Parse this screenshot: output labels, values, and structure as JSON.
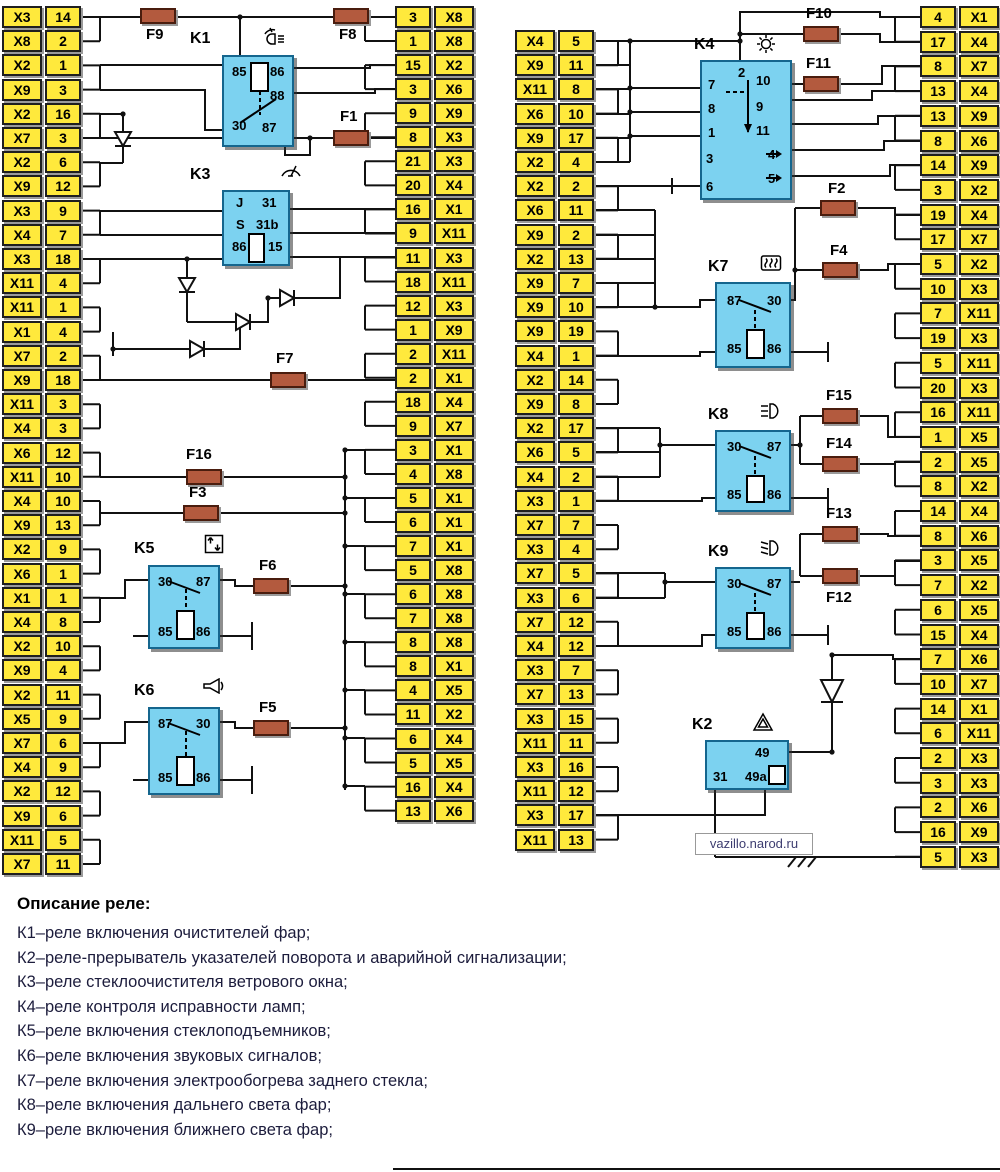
{
  "connectors": {
    "left_outer": [
      [
        "X3",
        "14"
      ],
      [
        "X8",
        "2"
      ],
      [
        "X2",
        "1"
      ],
      [
        "X9",
        "3"
      ],
      [
        "X2",
        "16"
      ],
      [
        "X7",
        "3"
      ],
      [
        "X2",
        "6"
      ],
      [
        "X9",
        "12"
      ],
      [
        "X3",
        "9"
      ],
      [
        "X4",
        "7"
      ],
      [
        "X3",
        "18"
      ],
      [
        "X11",
        "4"
      ],
      [
        "X11",
        "1"
      ],
      [
        "X1",
        "4"
      ],
      [
        "X7",
        "2"
      ],
      [
        "X9",
        "18"
      ],
      [
        "X11",
        "3"
      ],
      [
        "X4",
        "3"
      ],
      [
        "X6",
        "12"
      ],
      [
        "X11",
        "10"
      ],
      [
        "X4",
        "10"
      ],
      [
        "X9",
        "13"
      ],
      [
        "X2",
        "9"
      ],
      [
        "X6",
        "1"
      ],
      [
        "X1",
        "1"
      ],
      [
        "X4",
        "8"
      ],
      [
        "X2",
        "10"
      ],
      [
        "X9",
        "4"
      ],
      [
        "X2",
        "11"
      ],
      [
        "X5",
        "9"
      ],
      [
        "X7",
        "6"
      ],
      [
        "X4",
        "9"
      ],
      [
        "X2",
        "12"
      ],
      [
        "X9",
        "6"
      ],
      [
        "X11",
        "5"
      ],
      [
        "X7",
        "11"
      ]
    ],
    "left_inner": [
      [
        "3",
        "X8"
      ],
      [
        "1",
        "X8"
      ],
      [
        "15",
        "X2"
      ],
      [
        "3",
        "X6"
      ],
      [
        "9",
        "X9"
      ],
      [
        "8",
        "X3"
      ],
      [
        "21",
        "X3"
      ],
      [
        "20",
        "X4"
      ],
      [
        "16",
        "X1"
      ],
      [
        "9",
        "X11"
      ],
      [
        "11",
        "X3"
      ],
      [
        "18",
        "X11"
      ],
      [
        "12",
        "X3"
      ],
      [
        "1",
        "X9"
      ],
      [
        "2",
        "X11"
      ],
      [
        "2",
        "X1"
      ],
      [
        "18",
        "X4"
      ],
      [
        "9",
        "X7"
      ],
      [
        "3",
        "X1"
      ],
      [
        "4",
        "X8"
      ],
      [
        "5",
        "X1"
      ],
      [
        "6",
        "X1"
      ],
      [
        "7",
        "X1"
      ],
      [
        "5",
        "X8"
      ],
      [
        "6",
        "X8"
      ],
      [
        "7",
        "X8"
      ],
      [
        "8",
        "X8"
      ],
      [
        "8",
        "X1"
      ],
      [
        "4",
        "X5"
      ],
      [
        "11",
        "X2"
      ],
      [
        "6",
        "X4"
      ],
      [
        "5",
        "X5"
      ],
      [
        "16",
        "X4"
      ],
      [
        "13",
        "X6"
      ]
    ],
    "right_inner": [
      [
        "X4",
        "5"
      ],
      [
        "X9",
        "11"
      ],
      [
        "X11",
        "8"
      ],
      [
        "X6",
        "10"
      ],
      [
        "X9",
        "17"
      ],
      [
        "X2",
        "4"
      ],
      [
        "X2",
        "2"
      ],
      [
        "X6",
        "11"
      ],
      [
        "X9",
        "2"
      ],
      [
        "X2",
        "13"
      ],
      [
        "X9",
        "7"
      ],
      [
        "X9",
        "10"
      ],
      [
        "X9",
        "19"
      ],
      [
        "X4",
        "1"
      ],
      [
        "X2",
        "14"
      ],
      [
        "X9",
        "8"
      ],
      [
        "X2",
        "17"
      ],
      [
        "X6",
        "5"
      ],
      [
        "X4",
        "2"
      ],
      [
        "X3",
        "1"
      ],
      [
        "X7",
        "7"
      ],
      [
        "X3",
        "4"
      ],
      [
        "X7",
        "5"
      ],
      [
        "X3",
        "6"
      ],
      [
        "X7",
        "12"
      ],
      [
        "X4",
        "12"
      ],
      [
        "X3",
        "7"
      ],
      [
        "X7",
        "13"
      ],
      [
        "X3",
        "15"
      ],
      [
        "X11",
        "11"
      ],
      [
        "X3",
        "16"
      ],
      [
        "X11",
        "12"
      ],
      [
        "X3",
        "17"
      ],
      [
        "X11",
        "13"
      ]
    ],
    "right_outer": [
      [
        "4",
        "X1"
      ],
      [
        "17",
        "X4"
      ],
      [
        "8",
        "X7"
      ],
      [
        "13",
        "X4"
      ],
      [
        "13",
        "X9"
      ],
      [
        "8",
        "X6"
      ],
      [
        "14",
        "X9"
      ],
      [
        "3",
        "X2"
      ],
      [
        "19",
        "X4"
      ],
      [
        "17",
        "X7"
      ],
      [
        "5",
        "X2"
      ],
      [
        "10",
        "X3"
      ],
      [
        "7",
        "X11"
      ],
      [
        "19",
        "X3"
      ],
      [
        "5",
        "X11"
      ],
      [
        "20",
        "X3"
      ],
      [
        "16",
        "X11"
      ],
      [
        "1",
        "X5"
      ],
      [
        "2",
        "X5"
      ],
      [
        "8",
        "X2"
      ],
      [
        "14",
        "X4"
      ],
      [
        "8",
        "X6"
      ],
      [
        "3",
        "X5"
      ],
      [
        "7",
        "X2"
      ],
      [
        "6",
        "X5"
      ],
      [
        "15",
        "X4"
      ],
      [
        "7",
        "X6"
      ],
      [
        "10",
        "X7"
      ],
      [
        "14",
        "X1"
      ],
      [
        "6",
        "X11"
      ],
      [
        "2",
        "X3"
      ],
      [
        "3",
        "X3"
      ],
      [
        "2",
        "X6"
      ],
      [
        "16",
        "X9"
      ],
      [
        "5",
        "X3"
      ]
    ]
  },
  "relays": [
    {
      "id": "K1",
      "label": "K1",
      "icon": "headlight-wiper-icon",
      "pins": [
        "85",
        "86",
        "88",
        "30",
        "87"
      ]
    },
    {
      "id": "K2",
      "label": "K2",
      "icon": "hazard-warning-icon",
      "pins": [
        "49",
        "31",
        "49a"
      ]
    },
    {
      "id": "K3",
      "label": "K3",
      "icon": "windshield-wiper-icon",
      "pins": [
        "J",
        "31",
        "S",
        "31b",
        "86",
        "15"
      ]
    },
    {
      "id": "K4",
      "label": "K4",
      "icon": "lamp-check-icon",
      "pins": [
        "2",
        "7",
        "8",
        "1",
        "10",
        "9",
        "11",
        "3",
        "6",
        "4",
        "5"
      ]
    },
    {
      "id": "K5",
      "label": "K5",
      "icon": "window-lift-icon",
      "pins": [
        "30",
        "87",
        "85",
        "86"
      ]
    },
    {
      "id": "K6",
      "label": "K6",
      "icon": "horn-icon",
      "pins": [
        "87",
        "30",
        "85",
        "86"
      ]
    },
    {
      "id": "K7",
      "label": "K7",
      "icon": "heated-rear-window-icon",
      "pins": [
        "87",
        "30",
        "85",
        "86"
      ]
    },
    {
      "id": "K8",
      "label": "K8",
      "icon": "high-beam-icon",
      "pins": [
        "30",
        "87",
        "85",
        "86"
      ]
    },
    {
      "id": "K9",
      "label": "K9",
      "icon": "low-beam-icon",
      "pins": [
        "30",
        "87",
        "85",
        "86"
      ]
    }
  ],
  "fuses": [
    {
      "id": "F1",
      "label": "F1"
    },
    {
      "id": "F2",
      "label": "F2"
    },
    {
      "id": "F3",
      "label": "F3"
    },
    {
      "id": "F4",
      "label": "F4"
    },
    {
      "id": "F5",
      "label": "F5"
    },
    {
      "id": "F6",
      "label": "F6"
    },
    {
      "id": "F7",
      "label": "F7"
    },
    {
      "id": "F8",
      "label": "F8"
    },
    {
      "id": "F9",
      "label": "F9"
    },
    {
      "id": "F10",
      "label": "F10"
    },
    {
      "id": "F11",
      "label": "F11"
    },
    {
      "id": "F12",
      "label": "F12"
    },
    {
      "id": "F13",
      "label": "F13"
    },
    {
      "id": "F14",
      "label": "F14"
    },
    {
      "id": "F15",
      "label": "F15"
    },
    {
      "id": "F16",
      "label": "F16"
    }
  ],
  "legend": {
    "title": "Описание реле:",
    "items": [
      "К1–реле включения очистителей фар;",
      "К2–реле-прерыватель указателей поворота и аварийной сигнализации;",
      "К3–реле стеклоочистителя ветрового окна;",
      "К4–реле контроля исправности ламп;",
      "К5–реле включения стеклоподъемников;",
      "К6–реле включения звуковых сигналов;",
      "К7–реле включения электрообогрева заднего стекла;",
      "К8–реле включения дальнего света фар;",
      "К9–реле включения ближнего света фар;"
    ]
  },
  "watermark": "vazillo.narod.ru",
  "colors": {
    "connector_bg": "#ffe93c",
    "relay_bg": "#7cd2f0",
    "fuse_bg": "#b35a3e",
    "wire": "#111111"
  }
}
